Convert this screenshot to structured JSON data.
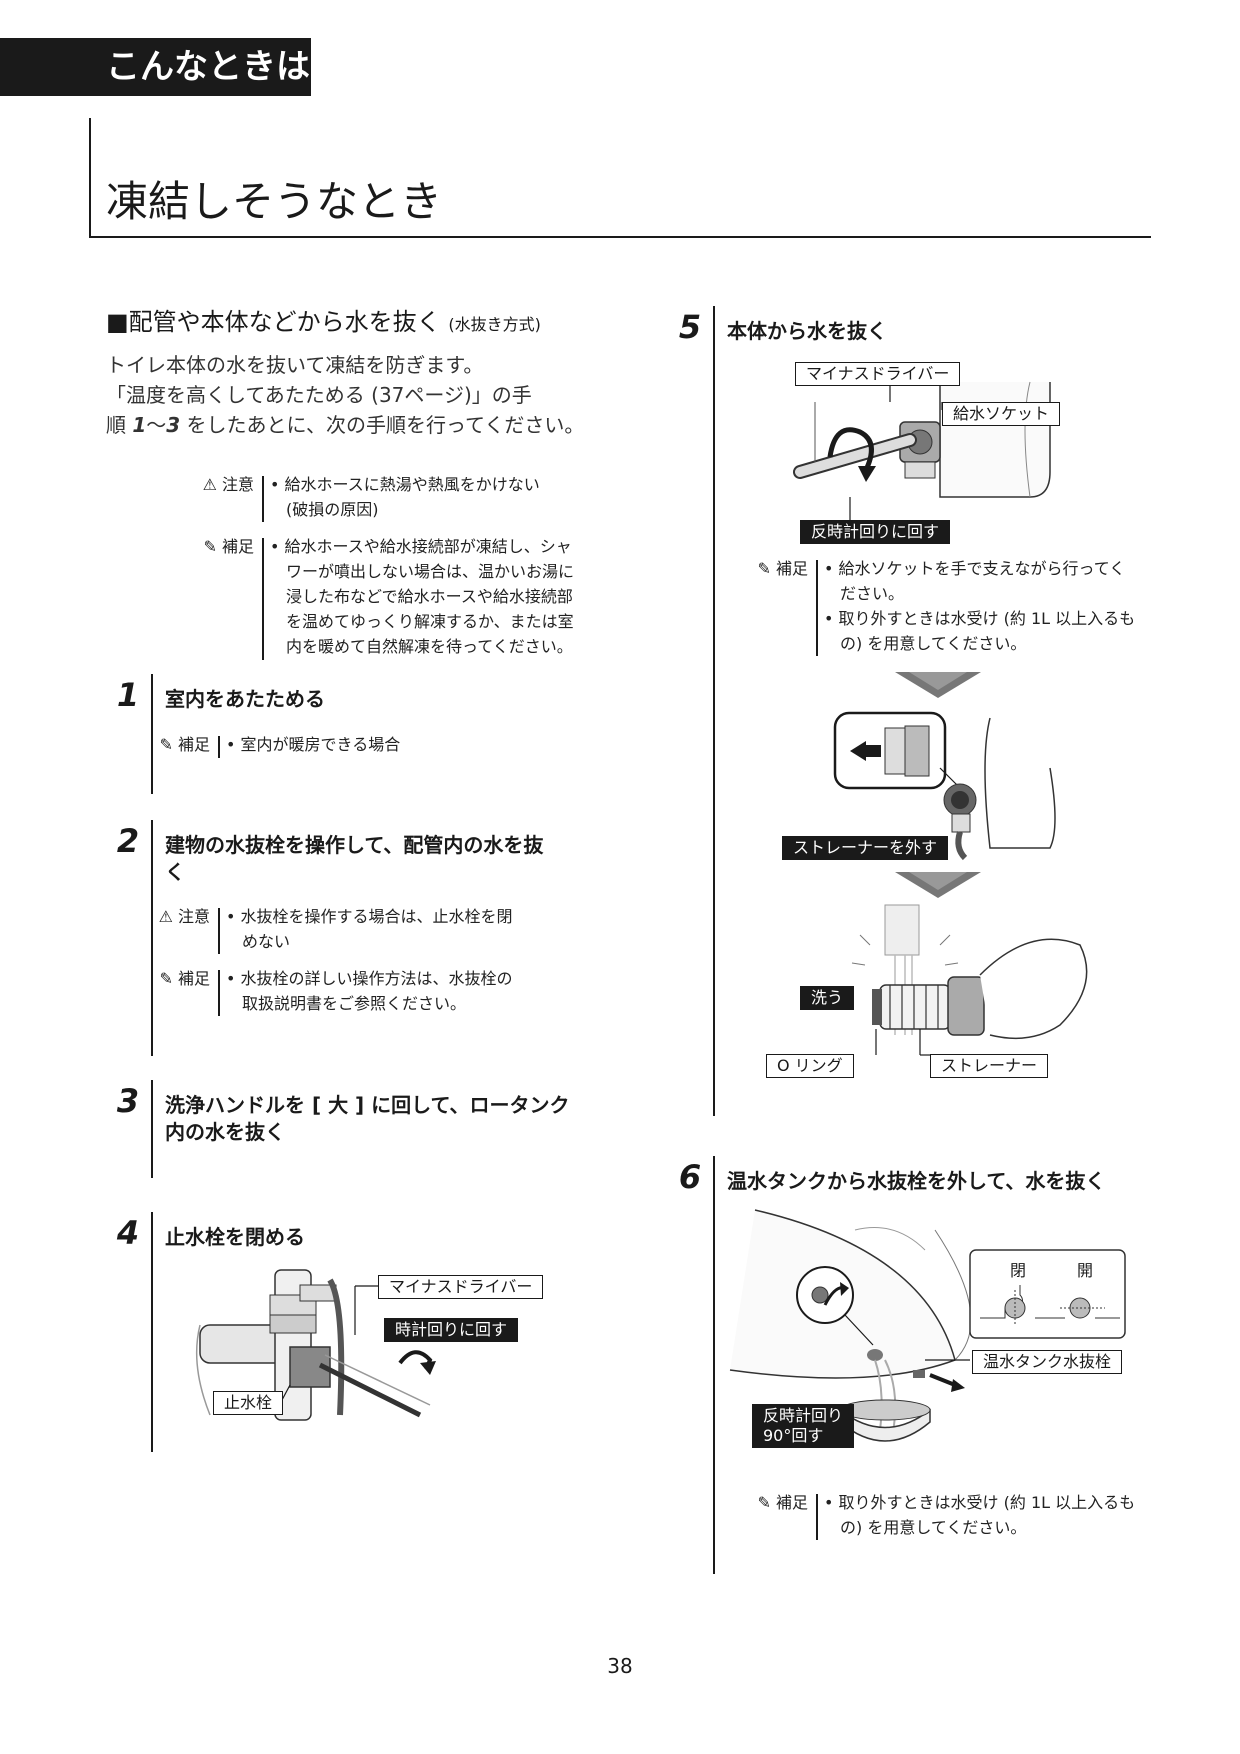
{
  "header": {
    "tab_label": "こんなときは"
  },
  "page_title": "凍結しそうなとき",
  "section": {
    "heading": "■配管や本体などから水を抜く",
    "heading_sub": "(水抜き方式)",
    "intro_line1": "トイレ本体の水を抜いて凍結を防ぎます。",
    "intro_line2": "「温度を高くしてあたためる (37ページ)」の手",
    "intro_line3_a": "順 ",
    "intro_line3_b": "1",
    "intro_line3_c": "～",
    "intro_line3_d": "3",
    "intro_line3_e": " をしたあとに、次の手順を行ってください。"
  },
  "notes_top": [
    {
      "label": "⚠ 注意",
      "lines": [
        "• 給水ホースに熱湯や熱風をかけない",
        "　(破損の原因)"
      ]
    },
    {
      "label": "✎ 補足",
      "lines": [
        "• 給水ホースや給水接続部が凍結し、シャ",
        "　ワーが噴出しない場合は、温かいお湯に",
        "　浸した布などで給水ホースや給水接続部",
        "　を温めてゆっくり解凍するか、または室",
        "　内を暖めて自然解凍を待ってください。"
      ]
    }
  ],
  "steps": [
    {
      "num": "1",
      "title_lines": [
        "室内をあたためる"
      ],
      "notes": [
        {
          "label": "✎ 補足",
          "lines": [
            "• 室内が暖房できる場合"
          ]
        }
      ]
    },
    {
      "num": "2",
      "title_lines": [
        "建物の水抜栓を操作して、配管内の水を抜",
        "く"
      ],
      "notes": [
        {
          "label": "⚠ 注意",
          "lines": [
            "• 水抜栓を操作する場合は、止水栓を閉",
            "　めない"
          ]
        },
        {
          "label": "✎ 補足",
          "lines": [
            "• 水抜栓の詳しい操作方法は、水抜栓の",
            "　取扱説明書をご参照ください。"
          ]
        }
      ]
    },
    {
      "num": "3",
      "title_lines": [
        "洗浄ハンドルを [ 大 ] に回して、ロータンク",
        "内の水を抜く"
      ]
    },
    {
      "num": "4",
      "title_lines": [
        "止水栓を閉める"
      ],
      "callouts": {
        "driver": "マイナスドライバー",
        "turn": "時計回りに回す",
        "valve": "止水栓"
      }
    },
    {
      "num": "5",
      "title_lines": [
        "本体から水を抜く"
      ],
      "callouts": {
        "driver": "マイナスドライバー",
        "socket": "給水ソケット",
        "turn": "反時計回りに回す",
        "strainer_remove": "ストレーナーを外す",
        "wash": "洗う",
        "oring": "O リング",
        "strainer": "ストレーナー"
      },
      "notes": [
        {
          "label": "✎ 補足",
          "lines": [
            "• 給水ソケットを手で支えながら行ってく",
            "　ださい。",
            "• 取り外すときは水受け (約 1L 以上入るも",
            "　の) を用意してください。"
          ]
        }
      ]
    },
    {
      "num": "6",
      "title_lines": [
        "温水タンクから水抜栓を外して、水を抜く"
      ],
      "callouts": {
        "closed": "閉",
        "open": "開",
        "plug": "温水タンク水抜栓",
        "turn_1": "反時計回り",
        "turn_2": "90°回す"
      },
      "notes": [
        {
          "label": "✎ 補足",
          "lines": [
            "• 取り外すときは水受け (約 1L 以上入るも",
            "　の) を用意してください。"
          ]
        }
      ]
    }
  ],
  "page_number": "38"
}
